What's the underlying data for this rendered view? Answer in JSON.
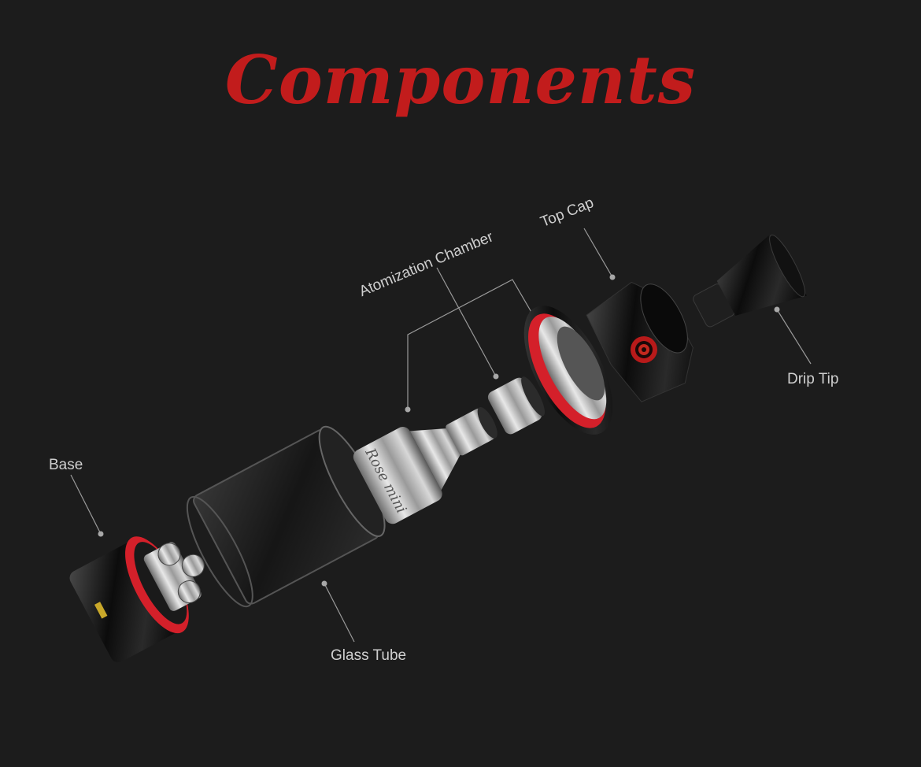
{
  "title": "Components",
  "labels": {
    "base": "Base",
    "glass_tube": "Glass Tube",
    "atomization_chamber": "Atomization Chamber",
    "top_cap": "Top Cap",
    "drip_tip": "Drip Tip"
  },
  "engraving": "Rose mini",
  "colors": {
    "background": "#1c1c1c",
    "title": "#c21c1c",
    "accent_ring": "#d4202a",
    "label_text": "#cfcfcf",
    "leader_line": "#9a9a9a"
  }
}
